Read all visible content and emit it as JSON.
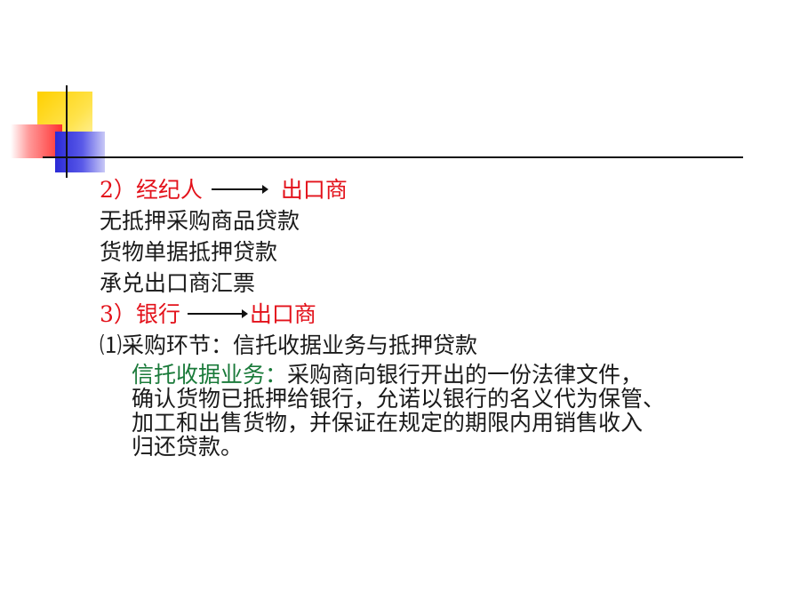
{
  "slide": {
    "lines": [
      {
        "left": "2）经纪人",
        "right": "出口商"
      },
      {
        "text": "无抵押采购商品贷款"
      },
      {
        "text": "货物单据抵押贷款"
      },
      {
        "text": "承兑出口商汇票"
      },
      {
        "left": "3）银行",
        "right": "出口商"
      },
      {
        "text": "⑴采购环节：信托收据业务与抵押贷款"
      }
    ],
    "paragraph": {
      "term": "信托收据业务：",
      "line1": "采购商向银行开出的一份法律文件，",
      "line2": "确认货物已抵押给银行，允诺以银行的名义代为保管、",
      "line3": "加工和出售货物，并保证在规定的期限内用销售收入",
      "line4": "归还贷款。"
    },
    "colors": {
      "heading_red": "#e3121b",
      "term_green": "#1a7a3a",
      "body_text": "#1a1a1a"
    }
  }
}
